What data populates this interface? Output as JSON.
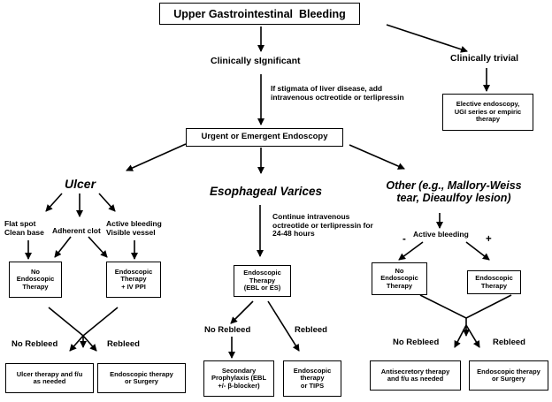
{
  "title": "Upper Gastrointestinal  Bleeding",
  "clinically_significant": "Clinically sIgnificant",
  "clinically_trivial": "Clinically trivial",
  "liver_note": "If stigmata of liver disease, add\nintravenous octreotide or terlipressin",
  "elective_box": "Elective endoscopy,\nUGI series or empiric\ntherapy",
  "endoscopy_box": "Urgent or Emergent Endoscopy",
  "ulcer": {
    "heading": "Ulcer",
    "flat_spot": "Flat spot\nClean base",
    "adherent_clot": "Adherent clot",
    "active_bleeding": "Active bleeding\nVisible vessel",
    "no_therapy_box": "No\nEndoscopic\nTherapy",
    "therapy_box": "Endoscopic\nTherapy\n+ IV PPI",
    "no_rebleed": "No Rebleed",
    "rebleed": "Rebleed",
    "no_rebleed_box": "Ulcer therapy and f/u\nas needed",
    "rebleed_box": "Endoscopic therapy\nor Surgery"
  },
  "varices": {
    "heading": "Esophageal Varices",
    "note": "Continue intravenous\noctreotide or terlipressin for\n24-48 hours",
    "therapy_box": "Endoscopic\nTherapy\n(EBL or ES)",
    "no_rebleed": "No Rebleed",
    "rebleed": "Rebleed",
    "no_rebleed_box": "Secondary\nProphylaxis (EBL\n+/- β-blocker)",
    "rebleed_box": "Endoscopic\ntherapy\nor TIPS"
  },
  "other": {
    "heading": "Other (e.g., Mallory-Weiss\ntear, Dieaulfoy lesion)",
    "active_bleeding": "Active bleeding",
    "minus": "-",
    "plus": "+",
    "no_therapy_box": "No\nEndoscopic\nTherapy",
    "therapy_box": "Endoscopic\nTherapy",
    "no_rebleed": "No Rebleed",
    "rebleed": "Rebleed",
    "no_rebleed_box": "Antisecretory therapy\nand f/u as needed",
    "rebleed_box": "Endoscopic therapy\nor Surgery"
  }
}
